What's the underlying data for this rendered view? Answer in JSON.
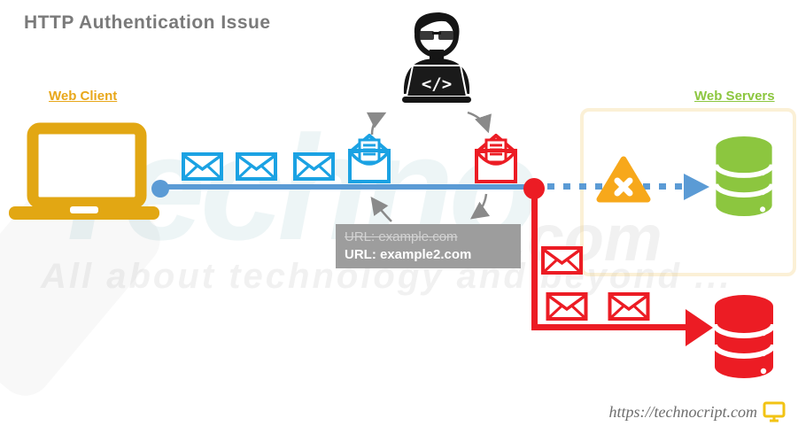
{
  "title": "HTTP Authentication Issue",
  "labels": {
    "web_client": "Web Client",
    "web_servers": "Web Servers"
  },
  "tooltip": {
    "old_url": "URL: example.com",
    "new_url": "URL: example2.com"
  },
  "hacker": {
    "laptop_code": "</>"
  },
  "footer": {
    "site_url": "https://technocript.com"
  },
  "watermark": {
    "brand": "Techno",
    "domain": ".com",
    "tagline": "All about technology and beyond ..."
  },
  "colors": {
    "title_gray": "#7A7A7A",
    "client_yellow": "#E2A713",
    "message_blue": "#1BA2E3",
    "line_blue": "#5B9BD5",
    "danger_red": "#EC1C24",
    "warning_orange": "#F7A81B",
    "server_green": "#8CC63F",
    "tooltip_gray": "#9D9D9D",
    "hacker_black": "#151515"
  }
}
